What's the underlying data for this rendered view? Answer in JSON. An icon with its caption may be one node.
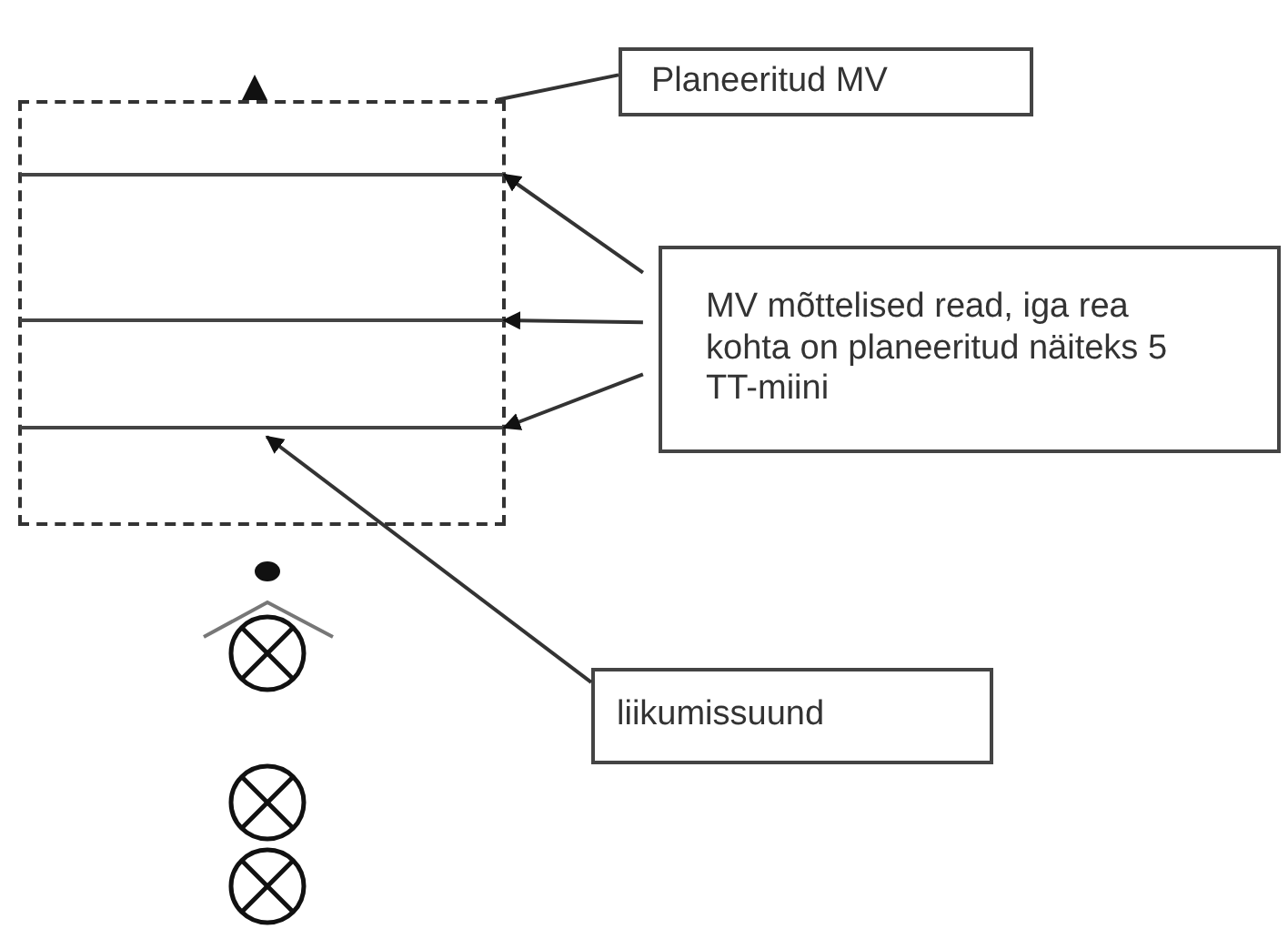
{
  "diagram": {
    "nodes": [
      {
        "text": [
          "Planeeritud MV"
        ]
      },
      {
        "text": [
          "MV mõttelised read, iga rea kohta on planeeritud näiteks 5 TT-miini"
        ]
      },
      {
        "text": [
          "liikumissuund"
        ]
      },
      {
        "text": [],
        "shape": "box"
      },
      {
        "text": [],
        "shape": "bar",
        "in": 3
      },
      {
        "text": [],
        "shape": "bar",
        "in": 3
      },
      {
        "text": [],
        "shape": "bar",
        "in": 3
      }
    ],
    "edges": [
      {
        "from": 0,
        "to": 3,
        "arrow": "none"
      },
      {
        "from": 1,
        "to": 4,
        "arrow": "to"
      },
      {
        "from": 1,
        "to": 5,
        "arrow": "to"
      },
      {
        "from": 1,
        "to": 6,
        "arrow": "to"
      },
      {
        "from": 2,
        "to": 6,
        "arrow": "to"
      }
    ]
  }
}
